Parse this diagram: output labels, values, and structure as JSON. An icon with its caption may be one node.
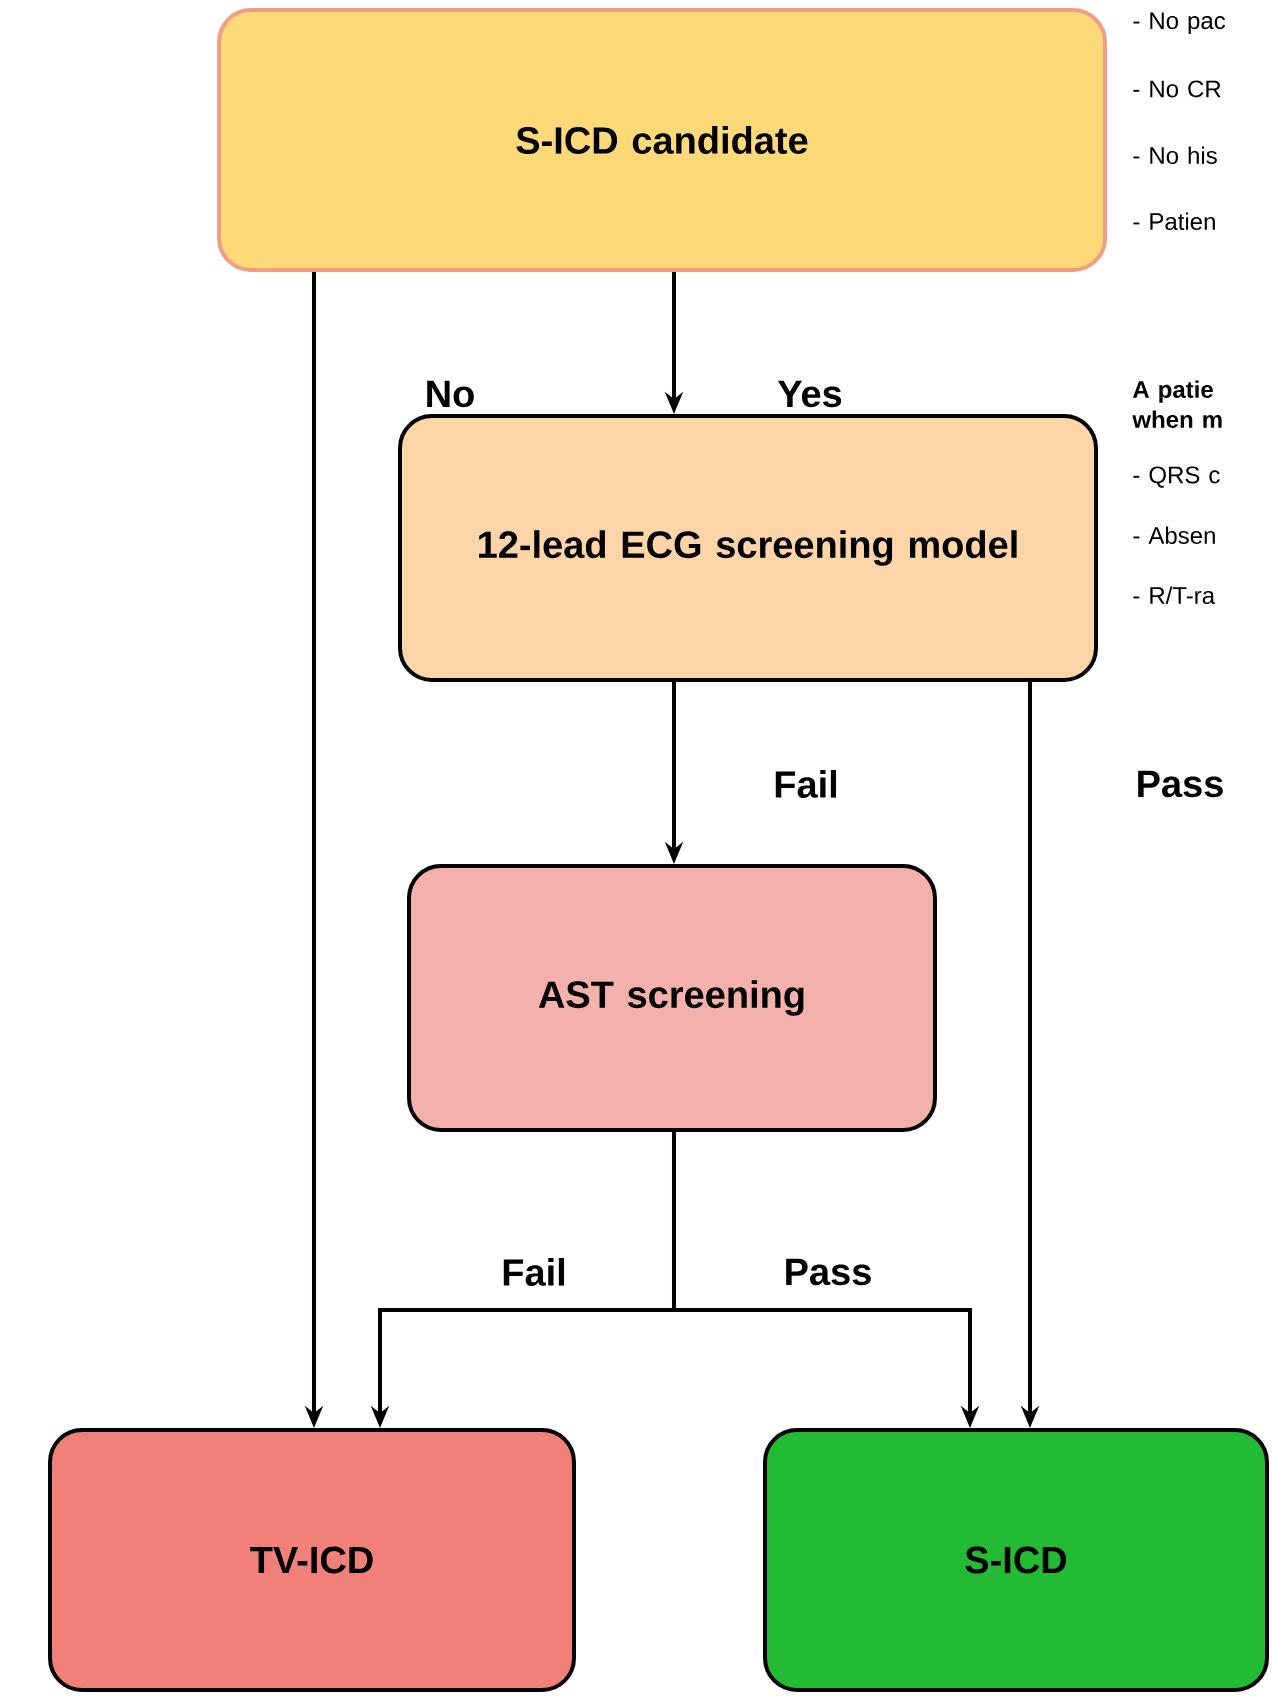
{
  "diagram": {
    "nodes": [
      {
        "text": [
          "S-ICD candidate"
        ]
      },
      {
        "text": [
          "12-lead ECG screening model"
        ]
      },
      {
        "text": [
          "AST screening"
        ]
      },
      {
        "text": [
          "TV-ICD"
        ]
      },
      {
        "text": [
          "S-ICD"
        ]
      }
    ],
    "edges": [
      {
        "from": 0,
        "to": 3,
        "arrow": "to",
        "label": "No"
      },
      {
        "from": 0,
        "to": 1,
        "arrow": "to",
        "label": "Yes"
      },
      {
        "from": 1,
        "to": 2,
        "arrow": "to",
        "label": "Fail"
      },
      {
        "from": 1,
        "to": 4,
        "arrow": "to",
        "label": "Pass"
      },
      {
        "from": 2,
        "to": 3,
        "arrow": "to",
        "label": "Fail"
      },
      {
        "from": 2,
        "to": 4,
        "arrow": "to",
        "label": "Pass"
      }
    ],
    "labels": [
      "- No pac",
      "- No CR",
      "- No his",
      "- Patien",
      "A patie when m",
      "- QRS c",
      "- Absen",
      "- R/T-ra"
    ]
  }
}
